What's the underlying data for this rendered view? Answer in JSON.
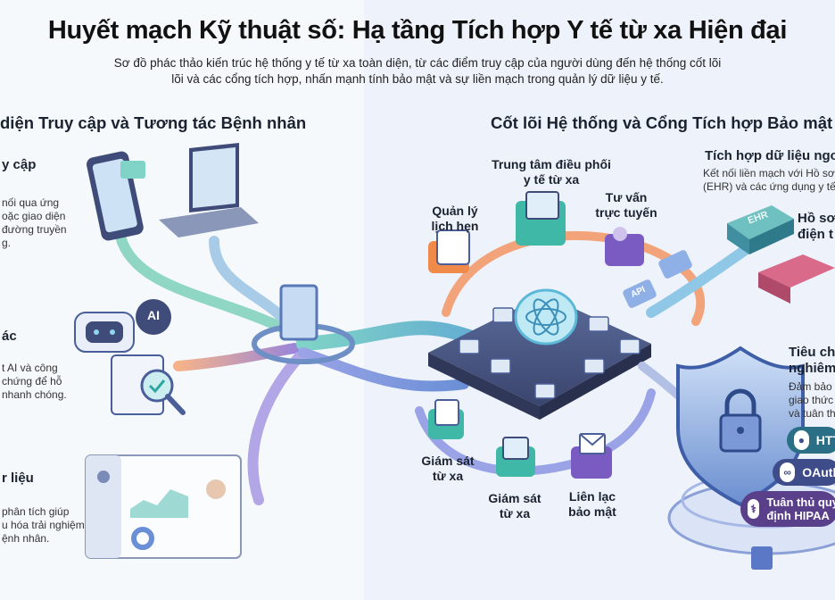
{
  "title": "Huyết mạch Kỹ thuật số: Hạ tầng Tích hợp Y tế từ xa Hiện đại",
  "subtitle_line1": "Sơ đồ phác thảo kiến trúc hệ thống y tế từ xa toàn diện, từ các điểm truy cập của người dùng đến hệ thống cốt lõi",
  "subtitle_line2": "lõi và các cổng tích hợp, nhấn mạnh tính bảo mật và sự liền mạch trong quản lý dữ liệu y tế.",
  "left": {
    "section": "diện Truy cập và Tương tác Bệnh nhân",
    "block1": {
      "title": "y cập",
      "lines": [
        "nối qua ứng",
        "oặc giao diện",
        "đường truyền",
        "g."
      ]
    },
    "block2": {
      "title": "ác",
      "lines": [
        "t AI và công",
        "chứng để hỗ",
        "nhanh chóng."
      ]
    },
    "block3": {
      "title": "r liệu",
      "lines": [
        "phân tích giúp",
        "u hóa trải nghiệm",
        "ệnh nhân."
      ]
    },
    "ai_badge": "AI"
  },
  "right": {
    "section": "Cốt lõi Hệ thống và Cổng Tích hợp Bảo mật",
    "hub": [
      "Trung tâm điều phối",
      "y tế từ xa"
    ],
    "appointments": [
      "Quản lý",
      "lịch hẹn"
    ],
    "consult": [
      "Tư vấn",
      "trực tuyến"
    ],
    "monitor1": [
      "Giám sát",
      "từ xa"
    ],
    "monitor2": [
      "Giám sát",
      "từ xa"
    ],
    "secure_msg": [
      "Liên lạc",
      "bảo mật"
    ],
    "ext_title": "Tích hợp dữ liệu ngoạ",
    "ext_desc": [
      "Kết nối liền mạch với Hồ sơ",
      "(EHR) và các ứng dụng y tế"
    ],
    "ehr_title": [
      "Hồ sơ",
      "điện t"
    ],
    "ehr_label": "EHR",
    "api_label": "API",
    "std_title": [
      "Tiêu ch",
      "nghiêm"
    ],
    "std_desc": [
      "Đảm bảo",
      "giao thức",
      "và tuân th"
    ],
    "pill_https": "HTT",
    "pill_oauth": "OAuth",
    "pill_hipaa": [
      "Tuân thủ quy",
      "định HIPAA"
    ]
  },
  "colors": {
    "accent_teal": "#2fa7a0",
    "accent_purple": "#7a5bc2",
    "accent_orange": "#f08a4b",
    "shield_blue": "#4b6fb8",
    "navy_pill": "#3f4c8a"
  }
}
